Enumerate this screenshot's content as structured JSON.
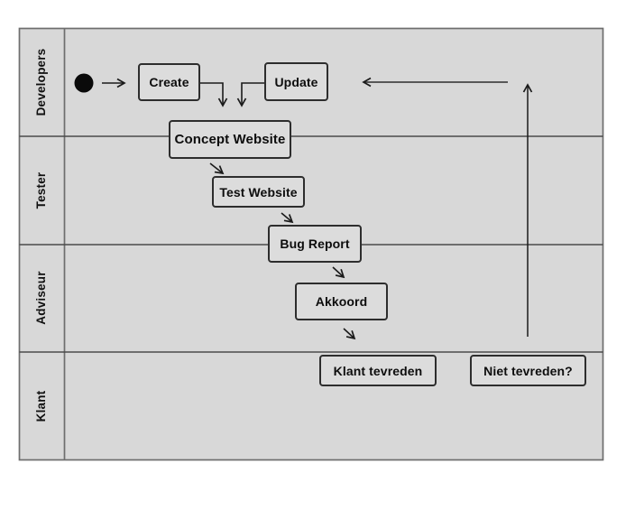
{
  "diagram": {
    "type": "swimlane-activity-diagram",
    "lanes": [
      {
        "label": "Developers"
      },
      {
        "label": "Tester"
      },
      {
        "label": "Adviseur"
      },
      {
        "label": "Klant"
      }
    ],
    "nodes": {
      "start": {
        "kind": "initial-node"
      },
      "create": {
        "label": "Create"
      },
      "update": {
        "label": "Update"
      },
      "concept_website": {
        "label": "Concept Website"
      },
      "test_website": {
        "label": "Test Website"
      },
      "bug_report": {
        "label": "Bug Report"
      },
      "akkoord": {
        "label": "Akkoord"
      },
      "klant_tevreden": {
        "label": "Klant tevreden"
      },
      "niet_tevreden": {
        "label": "Niet tevreden?"
      }
    },
    "edges": [
      {
        "from": "start",
        "to": "create"
      },
      {
        "from": "create",
        "to": "concept_website"
      },
      {
        "from": "update",
        "to": "concept_website"
      },
      {
        "from": "concept_website",
        "to": "test_website"
      },
      {
        "from": "test_website",
        "to": "bug_report"
      },
      {
        "from": "bug_report",
        "to": "akkoord"
      },
      {
        "from": "akkoord",
        "to": "klant_tevreden"
      },
      {
        "from": "niet_tevreden",
        "to": "update",
        "note": "feedback loop upward then left"
      }
    ],
    "colors": {
      "canvas": "#d8d8d8",
      "box_fill": "#dcdcdc",
      "box_border": "#2d2d2d",
      "outer_border": "#6e6e6e",
      "lane_line": "#4a4a4a",
      "arrow": "#1a1a1a",
      "text": "#0d0d0d",
      "page": "#ffffff"
    }
  }
}
